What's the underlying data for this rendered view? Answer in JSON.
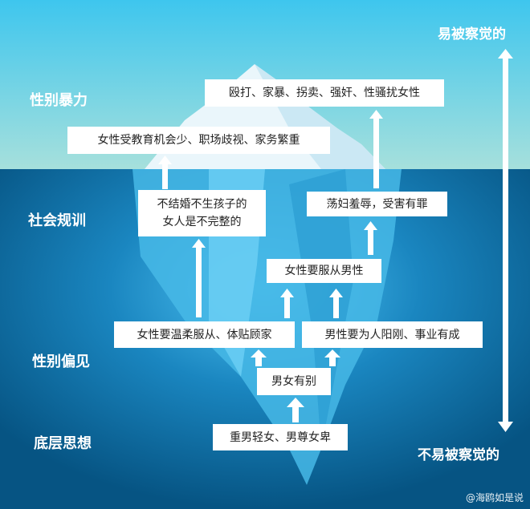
{
  "levels": [
    "性别暴力",
    "社会规训",
    "性别偏见",
    "底层思想"
  ],
  "scale": {
    "top": "易被察觉的",
    "bottom": "不易被察觉的"
  },
  "boxes": {
    "violence": "殴打、家暴、拐卖、强奸、性骚扰女性",
    "discrimination": "女性受教育机会少、职场歧视、家务繁重",
    "marriage_line1": "不结婚不生孩子的",
    "marriage_line2": "女人是不完整的",
    "shaming": "荡妇羞辱，受害有罪",
    "obey": "女性要服从男性",
    "gentle": "女性要温柔服从、体贴顾家",
    "masculine": "男性要为人阳刚、事业有成",
    "difference": "男女有别",
    "root": "重男轻女、男尊女卑"
  },
  "watermark": "@海鸥如是说",
  "colors": {
    "sky_top": "#3ec6ee",
    "sky_bottom": "#9fdde0",
    "sea": "#0a5f8f",
    "ice": "#5cc8f0"
  }
}
